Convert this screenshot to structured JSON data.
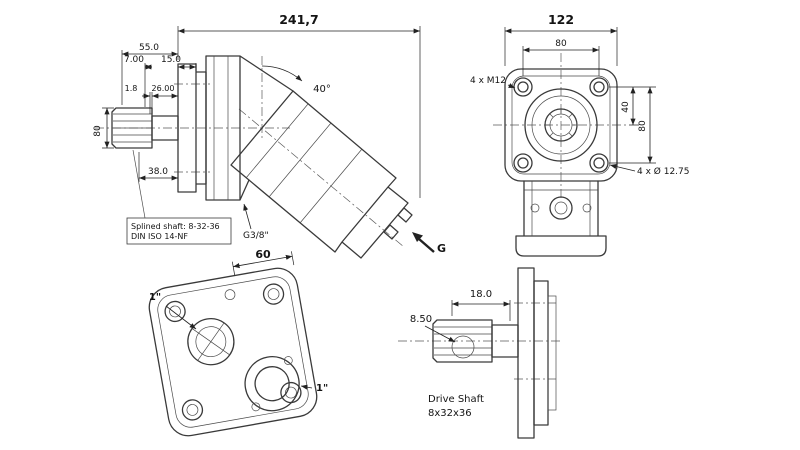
{
  "colors": {
    "background": "#ffffff",
    "line": "#3a3a3a",
    "text": "#141414"
  },
  "side_view": {
    "dim_total": "241,7",
    "dim_55": "55.0",
    "dim_7": "7.00",
    "dim_15": "15.0",
    "dim_1_8": "1.8",
    "dim_26": "26.00",
    "dim_80": "80",
    "dim_38": "38.0",
    "dim_angle": "40°",
    "note_line1": "Splined shaft: 8-32-36",
    "note_line2": "DIN ISO 14-NF",
    "port_label": "G3/8\"",
    "flow_label": "G"
  },
  "front_view": {
    "dim_width": "122",
    "dim_bolt_h": "80",
    "bolt_note": "4 x M12",
    "dim_40": "40",
    "dim_bolt_v": "80",
    "hole_note": "4 x Ø 12.75"
  },
  "port_view": {
    "dim_60": "60",
    "port_top": "1\"",
    "port_bottom": "1\""
  },
  "shaft_view": {
    "dim_18": "18.0",
    "dim_8_5": "8.50",
    "label_line1": "Drive Shaft",
    "label_line2": "8x32x36"
  }
}
